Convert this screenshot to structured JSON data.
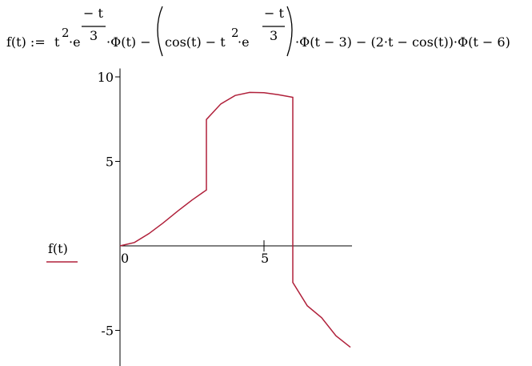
{
  "formula": {
    "lhs": "f(t) :=",
    "t1": "t",
    "exp1": "2",
    "dot1": "·e",
    "frac_num": "− t",
    "frac_den": "3",
    "term1_tail": "·Φ(t) −",
    "paren_body": "cos(t) − t",
    "exp2": "2",
    "dot2": "·e",
    "frac2_num": "− t",
    "frac2_den": "3",
    "term2_tail": "·Φ(t − 3) − (2·t − cos(t))·Φ(t − 6)"
  },
  "legend": {
    "label": "f(t)",
    "color": "#b0203a"
  },
  "chart_data": {
    "type": "line",
    "title": "",
    "xlabel": "",
    "ylabel": "",
    "xlim": [
      0,
      8
    ],
    "ylim": [
      -7,
      10.5
    ],
    "x_ticks": [
      0,
      5
    ],
    "y_ticks": [
      -5,
      5,
      10
    ],
    "grid": false,
    "series": [
      {
        "name": "f(t)",
        "color": "#b0203a",
        "points": [
          [
            0,
            0
          ],
          [
            0.5,
            0.2
          ],
          [
            1,
            0.72
          ],
          [
            1.5,
            1.36
          ],
          [
            2,
            2.05
          ],
          [
            2.5,
            2.71
          ],
          [
            3,
            3.31
          ],
          [
            3,
            7.48
          ],
          [
            3.5,
            8.4
          ],
          [
            4,
            8.9
          ],
          [
            4.5,
            9.08
          ],
          [
            5,
            9.06
          ],
          [
            5.5,
            8.95
          ],
          [
            6,
            8.79
          ],
          [
            6,
            -2.16
          ],
          [
            6.5,
            -3.54
          ],
          [
            7,
            -4.25
          ],
          [
            7.5,
            -5.32
          ],
          [
            8,
            -6.0
          ]
        ]
      }
    ]
  }
}
